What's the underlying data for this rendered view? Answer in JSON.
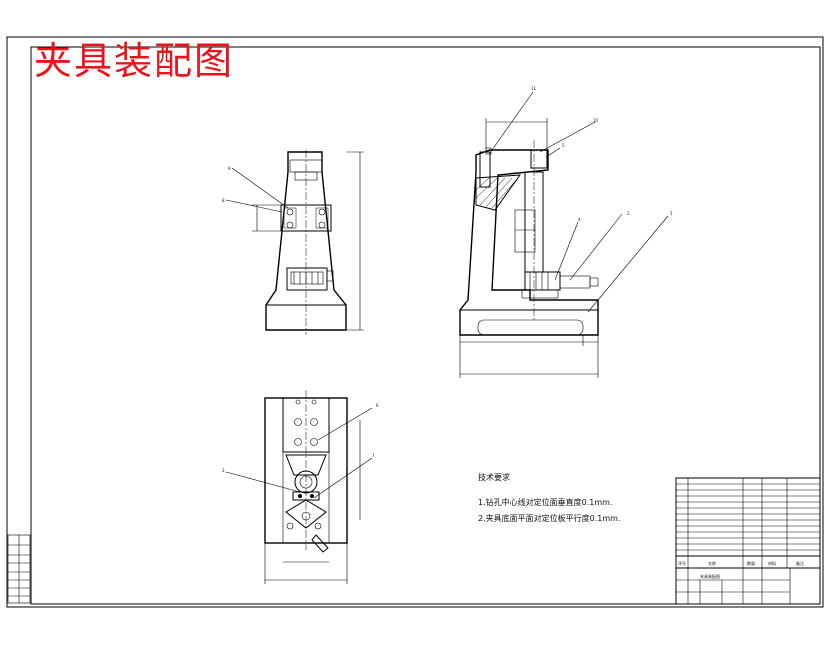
{
  "drawing": {
    "title": "夹具装配图",
    "tech_req_title": "技术要求",
    "tech_req_items": [
      "1.钻孔中心线对定位面垂直度0.1mm.",
      "2.夹具底面平面对定位板平行度0.1mm."
    ],
    "title_block_name": "夹具装配图",
    "title_block_headers": [
      "序号",
      "名称",
      "数量",
      "材料",
      "备注"
    ],
    "balloons": [
      "11",
      "10",
      "9",
      "8",
      "7",
      "6",
      "5",
      "4",
      "3",
      "2",
      "1"
    ]
  }
}
